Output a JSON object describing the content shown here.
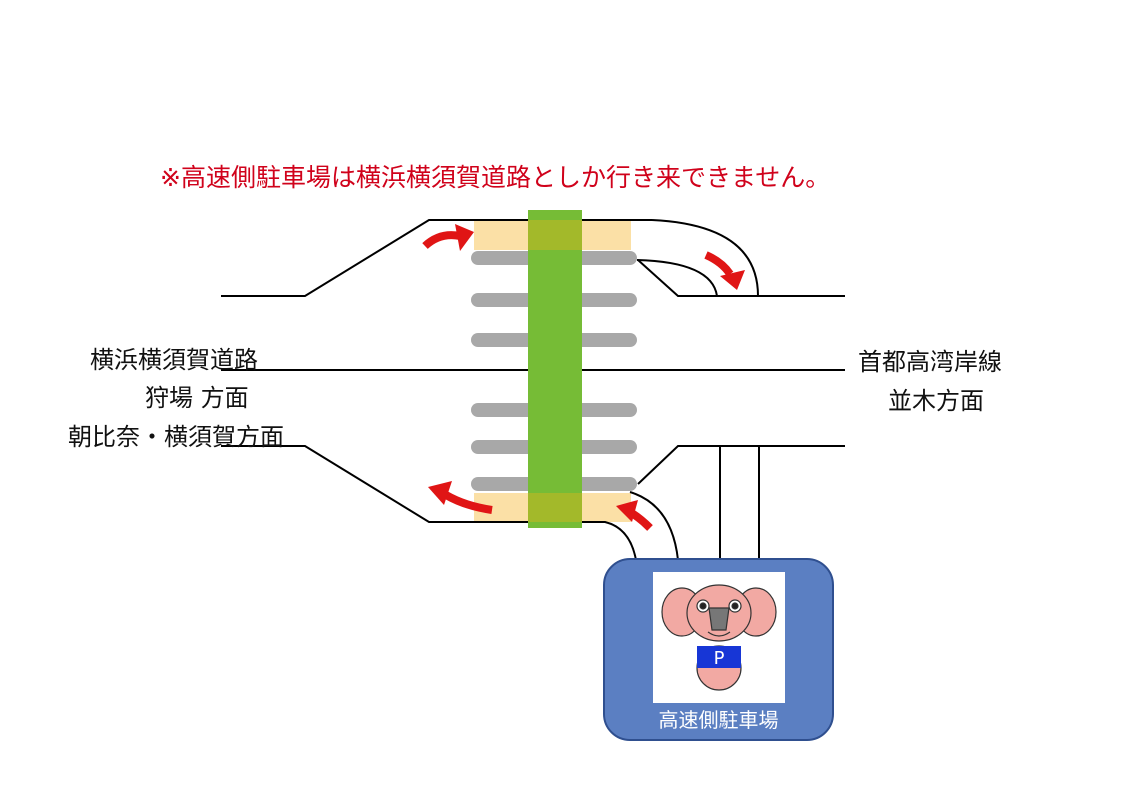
{
  "notice": "※高速側駐車場は横浜横須賀道路としか行き来できません。",
  "left_labels": {
    "line1": "横浜横須賀道路",
    "line2": "狩場 方面",
    "line3": "朝比奈・横須賀方面"
  },
  "right_labels": {
    "line1": "首都高湾岸線",
    "line2": "並木方面"
  },
  "parking": {
    "label": "高速側駐車場",
    "sign": "P"
  },
  "colors": {
    "notice": "#d0021b",
    "bridge": "#76bc36",
    "ramp": "#fbe0a6",
    "lane": "#a8a8a8",
    "arrow": "#e01515",
    "parking_box": "#5b7fc2"
  }
}
